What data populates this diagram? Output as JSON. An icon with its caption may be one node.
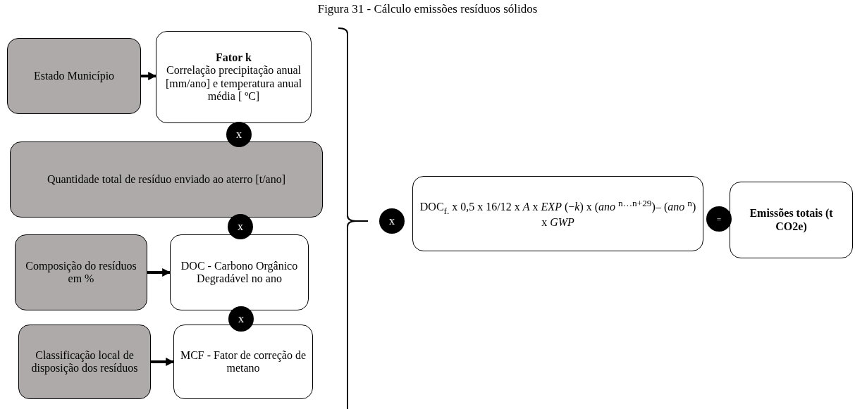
{
  "diagram": {
    "title": "Figura 31 - Cálculo emissões resíduos sólidos",
    "nodes": [
      {
        "text": [
          "Estado Município"
        ]
      },
      {
        "text": [
          "Fator k",
          "Correlação precipitação anual [mm/ano] e temperatura anual média [ ºC]"
        ]
      },
      {
        "text": [
          "x"
        ]
      },
      {
        "text": [
          "Quantidade total de resíduo enviado ao aterro [t/ano]"
        ]
      },
      {
        "text": [
          "x"
        ]
      },
      {
        "text": [
          "Composição do resíduos em %"
        ]
      },
      {
        "text": [
          "DOC - Carbono Orgânico Degradável no ano"
        ]
      },
      {
        "text": [
          "x"
        ]
      },
      {
        "text": [
          "Classificação local de disposição dos resíduos"
        ]
      },
      {
        "text": [
          "MCF - Fator de correção de metano"
        ]
      },
      {
        "text": [
          "x"
        ]
      },
      {
        "text": [
          "DOC$_{f.}$ x 0,5 x 16/12 x *A* x *EXP* (−*k*) x (*ano* $^{n…n+29}$)– (*ano* $^{n}$) x *GWP*"
        ]
      },
      {
        "text": [
          "="
        ]
      },
      {
        "text": [
          "Emissões totais (t CO2e)"
        ]
      }
    ],
    "edges": [
      {
        "from": 0,
        "to": 1,
        "arrow": "to"
      },
      {
        "from": 5,
        "to": 6,
        "arrow": "to"
      },
      {
        "from": 8,
        "to": 9,
        "arrow": "to"
      }
    ]
  }
}
